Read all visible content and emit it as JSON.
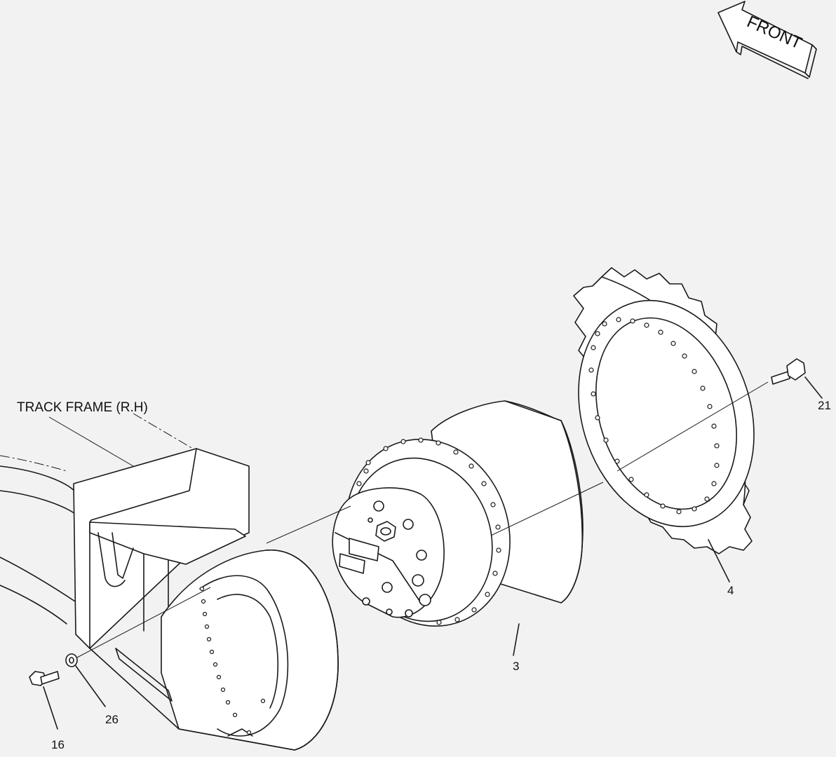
{
  "direction": {
    "label": "FRONT"
  },
  "frame": {
    "label": "TRACK FRAME (R.H)"
  },
  "callouts": [
    {
      "id": "3",
      "text": "3"
    },
    {
      "id": "4",
      "text": "4"
    },
    {
      "id": "16",
      "text": "16"
    },
    {
      "id": "21",
      "text": "21"
    },
    {
      "id": "26",
      "text": "26"
    }
  ],
  "colors": {
    "background": "#f2f2f2",
    "line": "#1a1a1a",
    "part_fill": "#ffffff"
  }
}
